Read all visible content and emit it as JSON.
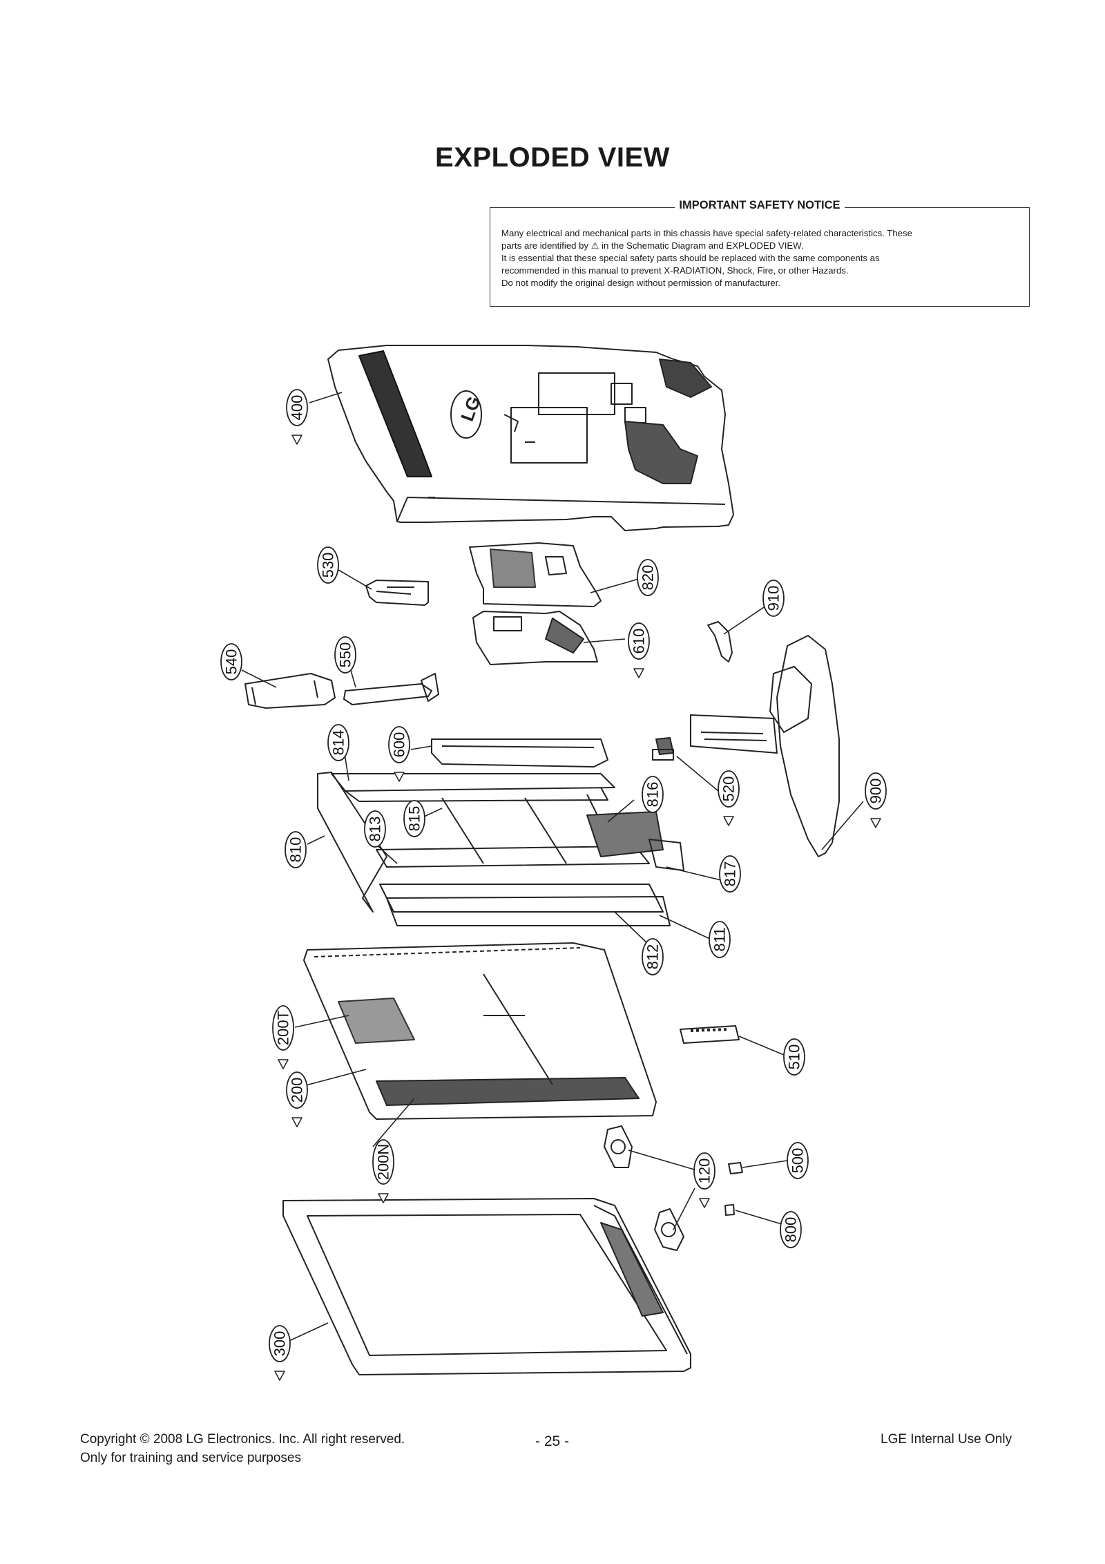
{
  "page": {
    "title": "EXPLODED VIEW",
    "notice": {
      "heading": "IMPORTANT SAFETY NOTICE",
      "line1": "Many electrical and mechanical parts in this chassis have special safety-related characteristics. These",
      "line2a": "parts are identified by",
      "line2b": "in the Schematic Diagram and EXPLODED VIEW.",
      "line3": "It is essential that these special safety parts should be replaced with the same components as",
      "line4": "recommended in this manual to prevent X-RADIATION, Shock, Fire, or other Hazards.",
      "line5": "Do not modify the original design without permission of manufacturer."
    },
    "diagram": {
      "logo_text": "LG",
      "callouts": [
        {
          "id": "400",
          "safety": true
        },
        {
          "id": "530",
          "safety": false
        },
        {
          "id": "820",
          "safety": false
        },
        {
          "id": "910",
          "safety": false
        },
        {
          "id": "610",
          "safety": true
        },
        {
          "id": "540",
          "safety": false
        },
        {
          "id": "550",
          "safety": false
        },
        {
          "id": "814",
          "safety": false
        },
        {
          "id": "600",
          "safety": true
        },
        {
          "id": "816",
          "safety": false
        },
        {
          "id": "520",
          "safety": true
        },
        {
          "id": "900",
          "safety": true
        },
        {
          "id": "810",
          "safety": false
        },
        {
          "id": "813",
          "safety": false
        },
        {
          "id": "815",
          "safety": false
        },
        {
          "id": "817",
          "safety": false
        },
        {
          "id": "811",
          "safety": false
        },
        {
          "id": "812",
          "safety": false
        },
        {
          "id": "200T",
          "safety": true
        },
        {
          "id": "510",
          "safety": false
        },
        {
          "id": "200",
          "safety": true
        },
        {
          "id": "200N",
          "safety": true
        },
        {
          "id": "500",
          "safety": false
        },
        {
          "id": "120",
          "safety": true
        },
        {
          "id": "800",
          "safety": false
        },
        {
          "id": "300",
          "safety": true
        }
      ]
    },
    "footer": {
      "copyright": "Copyright  © 2008 LG Electronics. Inc. All right reserved.",
      "purpose": "Only for training and service purposes",
      "page_number": "- 25 -",
      "internal": "LGE Internal Use Only"
    }
  }
}
